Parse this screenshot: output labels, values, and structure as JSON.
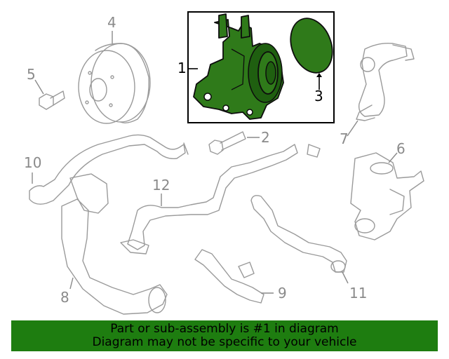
{
  "colors": {
    "highlight": "#2f7a1a",
    "banner": "#1e7d10",
    "parts_line": "#9a9a9a"
  },
  "callouts": {
    "c1": "1",
    "c2": "2",
    "c3": "3",
    "c4": "4",
    "c5": "5",
    "c6": "6",
    "c7": "7",
    "c8": "8",
    "c9": "9",
    "c10": "10",
    "c11": "11",
    "c12": "12"
  },
  "banner": {
    "line1": "Part or sub-assembly is #1 in diagram",
    "line2": "Diagram may not be specific to your vehicle"
  }
}
